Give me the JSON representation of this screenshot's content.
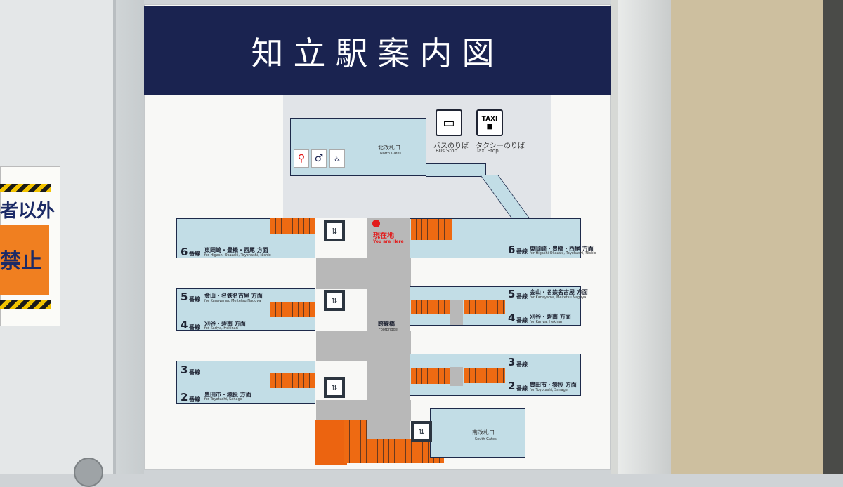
{
  "sign": {
    "title": "知立駅案内図",
    "north_gates": {
      "ja": "北改札口",
      "en": "North Gates"
    },
    "south_gates": {
      "ja": "南改札口",
      "en": "South Gates"
    },
    "bus": {
      "ja": "バスのりば",
      "en": "Bus Stop"
    },
    "taxi": {
      "ja": "タクシーのりば",
      "en": "Taxi Stop",
      "icon_label": "TAXI"
    },
    "you_are_here": {
      "ja": "現在地",
      "en": "You are Here"
    },
    "footbridge": {
      "ja": "跨線橋",
      "en": "Footbridge"
    },
    "platforms": {
      "p6_num": "6",
      "p6_suffix": "番線",
      "p6_dest": "東岡崎・豊橋・西尾 方面",
      "p6_en": "for Higashi Okazaki, Toyohashi, Nishio",
      "p5_num": "5",
      "p5_suffix": "番線",
      "p5_dest": "金山・名鉄名古屋 方面",
      "p5_en": "for Kanayama, Meitetsu Nagoya",
      "p4_num": "4",
      "p4_suffix": "番線",
      "p4_dest": "刈谷・碧南 方面",
      "p4_en": "for Kariya, Hekinan",
      "p3_num": "3",
      "p3_suffix": "番線",
      "p2_num": "2",
      "p2_suffix": "番線",
      "p2_dest": "豊田市・猿投 方面",
      "p2_en": "for Toyotashi, Sanage"
    }
  },
  "sticker": {
    "line1": "者以外",
    "line2": "禁止"
  },
  "colors": {
    "banner": "#1a2350",
    "platform": "#c2dde6",
    "stairs": "#ec6410",
    "here": "#e21b1b"
  },
  "icons": [
    "bus-icon",
    "taxi-icon",
    "female-toilet-icon",
    "male-toilet-icon",
    "accessible-toilet-icon",
    "elevator-icon"
  ]
}
